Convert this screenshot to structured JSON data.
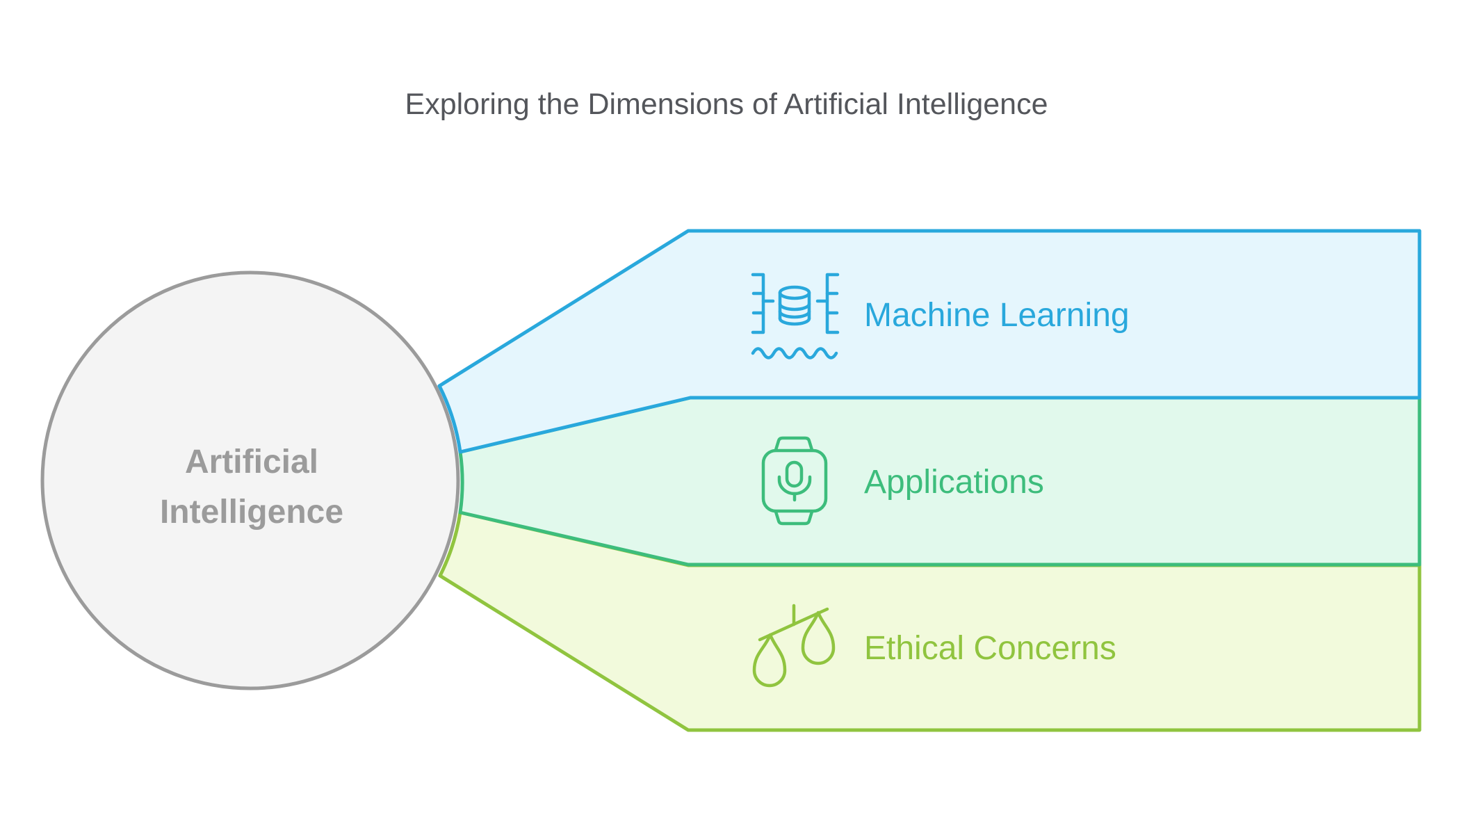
{
  "title": "Exploring the Dimensions of Artificial Intelligence",
  "center_node": {
    "label_line1": "Artificial",
    "label_line2": "Intelligence"
  },
  "sections": [
    {
      "label": "Machine Learning",
      "icon": "data-pool-icon"
    },
    {
      "label": "Applications",
      "icon": "smartwatch-mic-icon"
    },
    {
      "label": "Ethical Concerns",
      "icon": "balance-scale-icon"
    }
  ],
  "colors": {
    "ml-stroke": "#29A8DC",
    "ml-fill": "#E5F6FD",
    "app-stroke": "#3DBD7C",
    "app-fill": "#E1F9EC",
    "eth-stroke": "#90C43F",
    "eth-fill": "#F2FADC",
    "circle-stroke": "#9B9B9B",
    "circle-fill": "#F4F4F4",
    "circle-text": "#9B9B9B",
    "title-color": "#54565B"
  }
}
